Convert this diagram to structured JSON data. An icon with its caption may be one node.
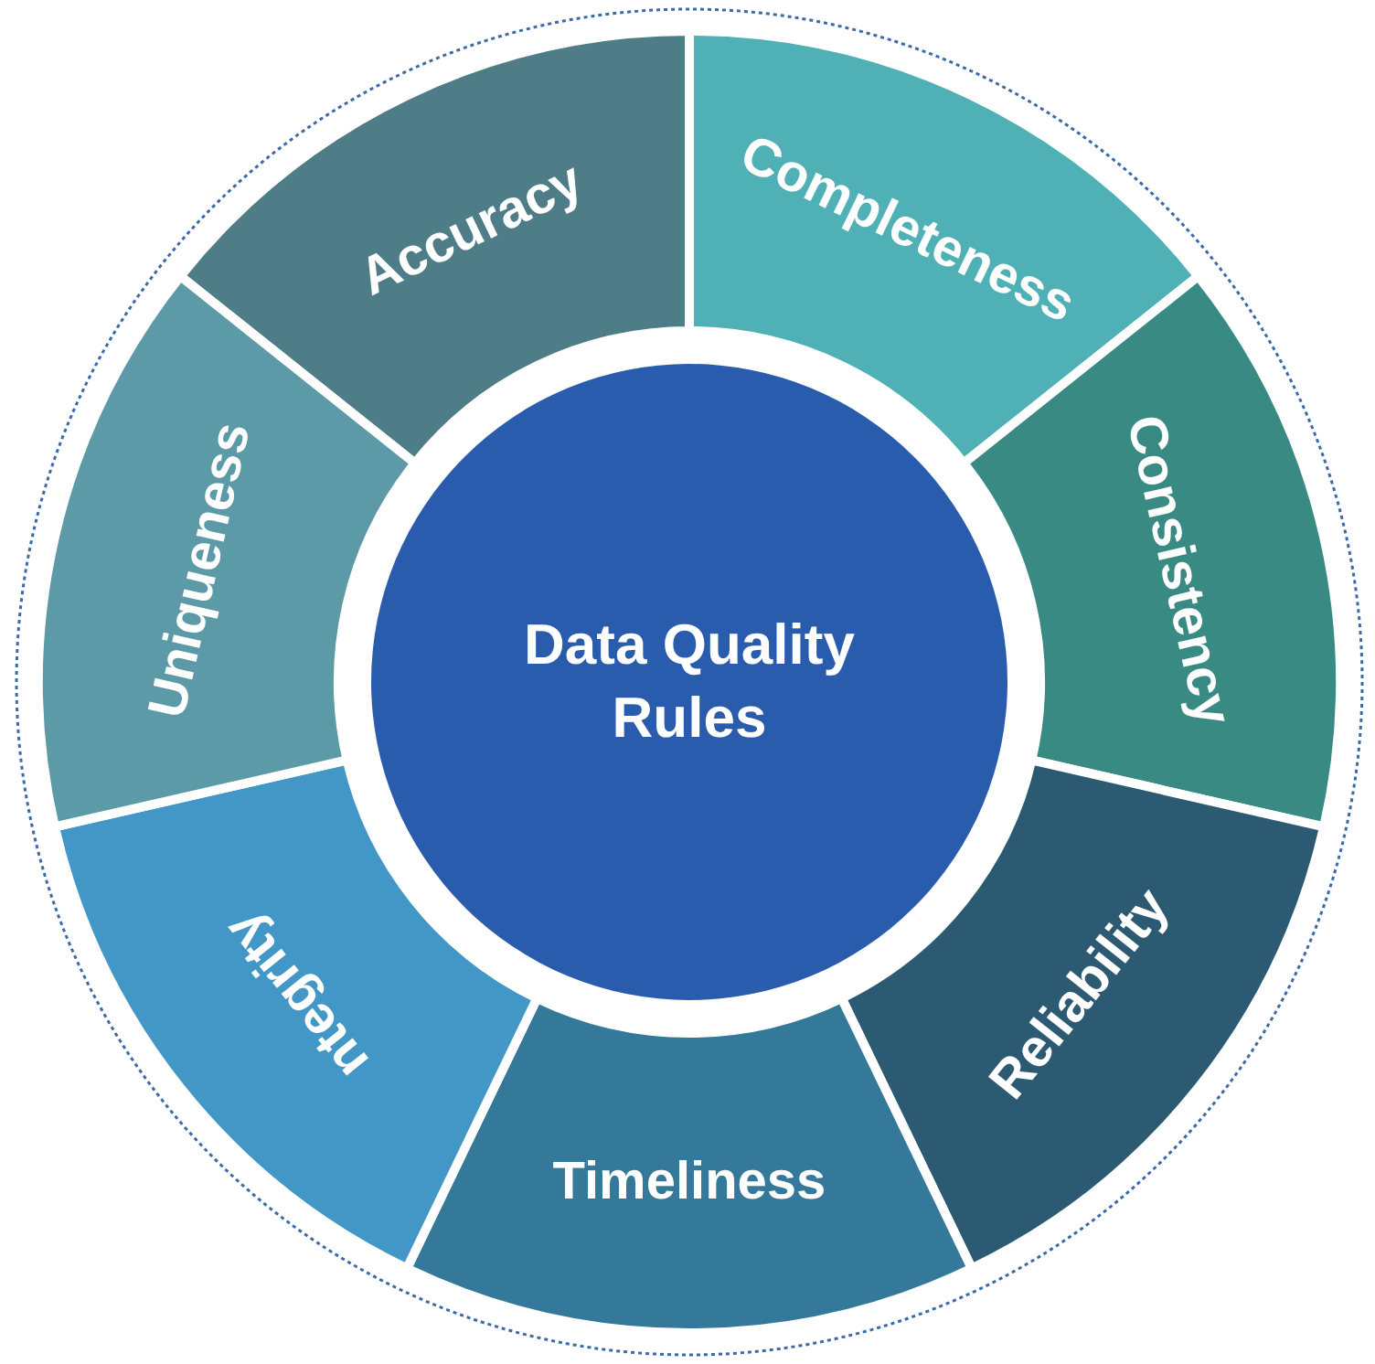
{
  "diagram": {
    "nodes": [
      {
        "text": [
          "Data Quality Rules"
        ]
      },
      {
        "text": [
          "Accuracy"
        ]
      },
      {
        "text": [
          "Completeness"
        ]
      },
      {
        "text": [
          "Consistency"
        ]
      },
      {
        "text": [
          "Reliability"
        ]
      },
      {
        "text": [
          "Timeliness"
        ]
      },
      {
        "text": [
          "ntegrity"
        ]
      },
      {
        "text": [
          "Uniqueness"
        ]
      }
    ]
  }
}
